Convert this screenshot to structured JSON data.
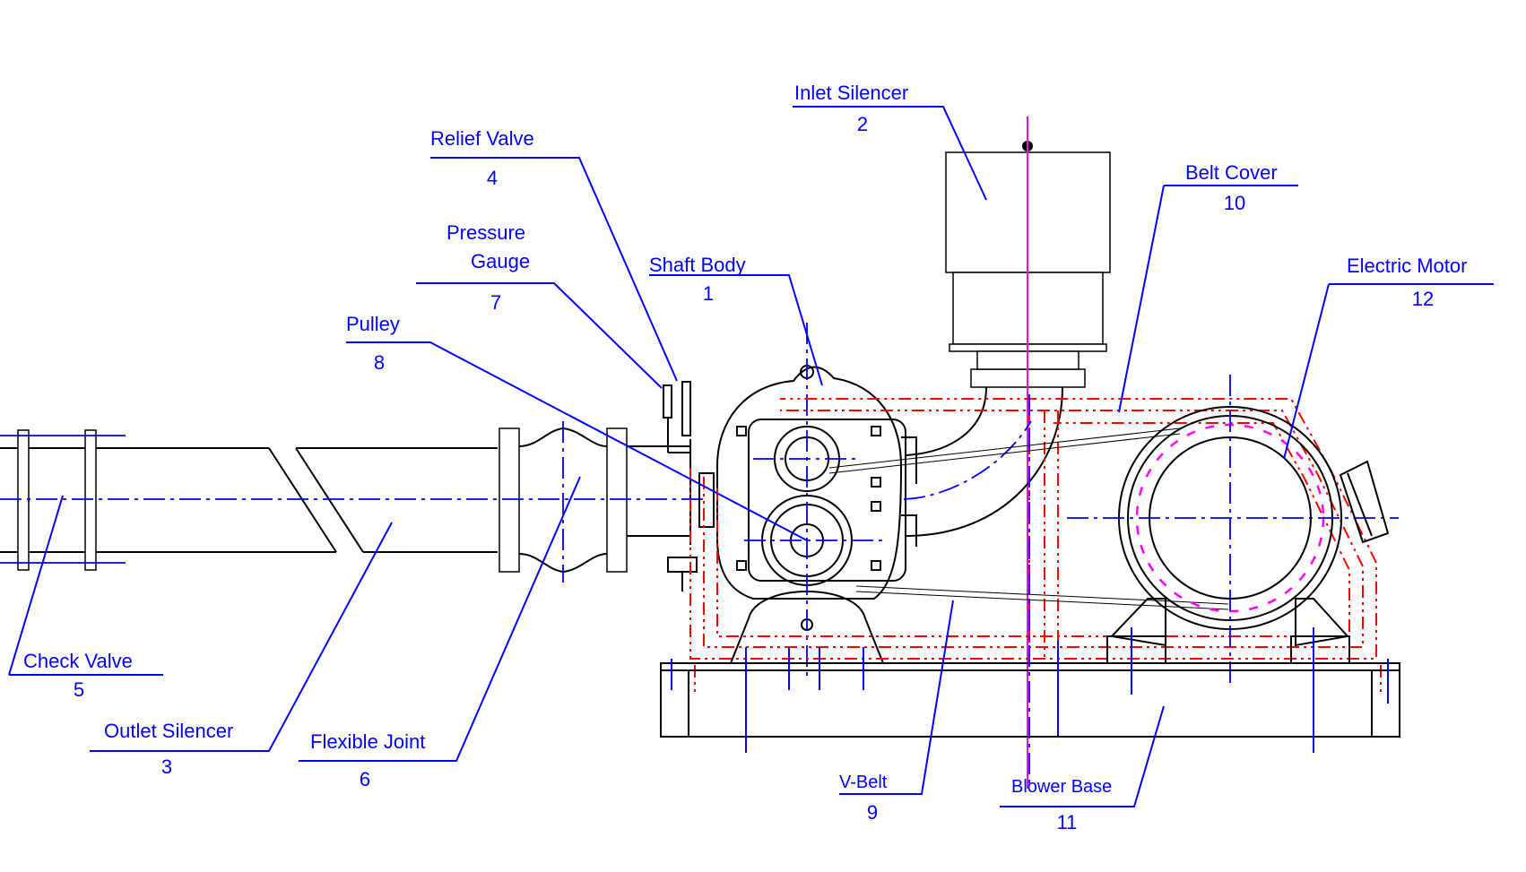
{
  "callouts": [
    {
      "label": "Shaft Body",
      "number": "1"
    },
    {
      "label": "Inlet Silencer",
      "number": "2"
    },
    {
      "label": "Outlet Silencer",
      "number": "3"
    },
    {
      "label": "Relief Valve",
      "number": "4"
    },
    {
      "label": "Check Valve",
      "number": "5"
    },
    {
      "label": "Flexible Joint",
      "number": "6"
    },
    {
      "label_line1": "Pressure",
      "label_line2": "Gauge",
      "number": "7"
    },
    {
      "label": "Pulley",
      "number": "8"
    },
    {
      "label": "V-Belt",
      "number": "9"
    },
    {
      "label": "Belt Cover",
      "number": "10"
    },
    {
      "label": "Blower Base",
      "number": "11"
    },
    {
      "label": "Electric Motor",
      "number": "12"
    }
  ],
  "colors": {
    "annotation": "#0000ff",
    "outline": "#000000",
    "belt_cover": "#ff0000",
    "centerline_magenta": "#ff00ff"
  }
}
